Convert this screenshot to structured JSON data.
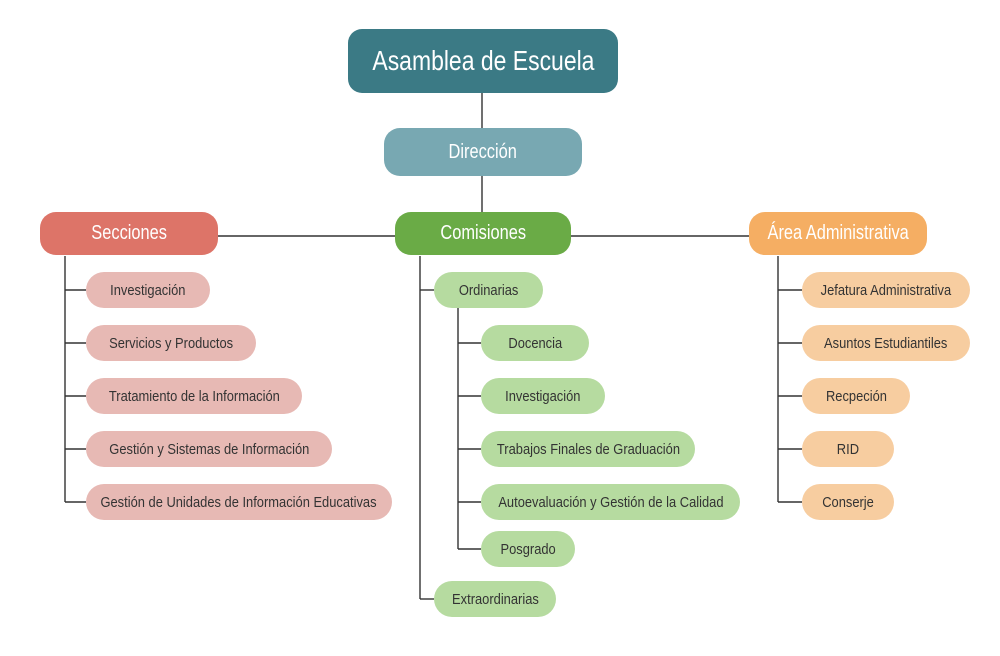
{
  "colors": {
    "root": "#3b7a85",
    "direccion": "#78a8b2",
    "secciones": "#dd7468",
    "secciones_light": "#e7b9b4",
    "comisiones": "#6aab46",
    "comisiones_light": "#b6dba0",
    "admin": "#f5ae63",
    "admin_light": "#f7cda0",
    "line": "#333333"
  },
  "root": {
    "label": "Asamblea de Escuela"
  },
  "direccion": {
    "label": "Dirección"
  },
  "secciones": {
    "label": "Secciones",
    "items": [
      "Investigación",
      "Servicios y Productos",
      "Tratamiento de la Información",
      "Gestión y Sistemas de Información",
      "Gestión de Unidades de Información Educativas"
    ]
  },
  "comisiones": {
    "label": "Comisiones",
    "ordinarias": {
      "label": "Ordinarias",
      "items": [
        "Docencia",
        "Investigación",
        "Trabajos Finales de Graduación",
        "Autoevaluación y Gestión de la Calidad",
        "Posgrado"
      ]
    },
    "extraordinarias": {
      "label": "Extraordinarias"
    }
  },
  "admin": {
    "label": "Área Administrativa",
    "items": [
      "Jefatura Administrativa",
      "Asuntos Estudiantiles",
      "Recpeción",
      "RID",
      "Conserje"
    ]
  }
}
